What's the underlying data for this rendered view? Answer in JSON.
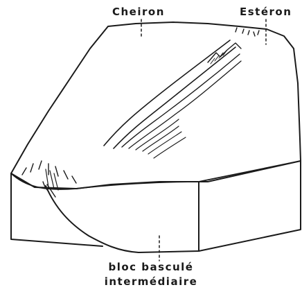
{
  "labels": {
    "cheiron": "Cheiron",
    "esteron": "Estéron",
    "bloc_line1": "bloc basculé",
    "bloc_line2": "intermédiaire"
  },
  "colors": {
    "ink": "#1a1a1a",
    "background": "#ffffff"
  }
}
